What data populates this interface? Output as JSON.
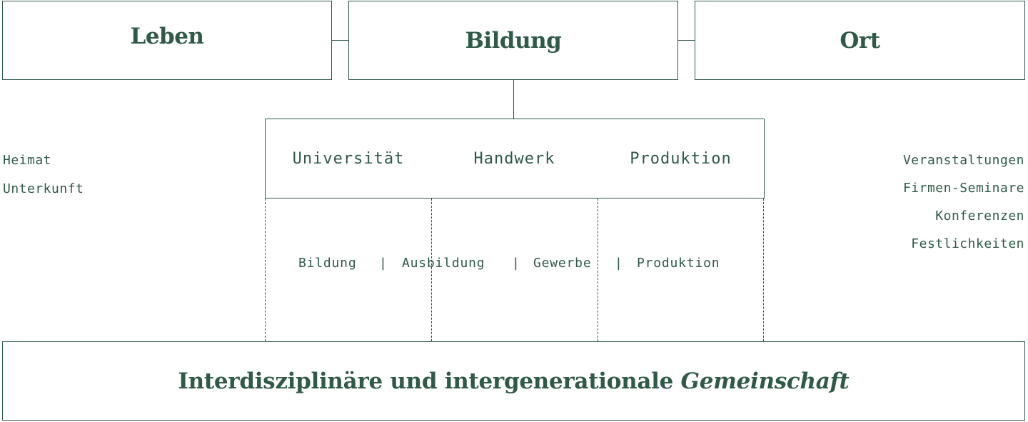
{
  "pillars": {
    "leben": "Leben",
    "bildung": "Bildung",
    "ort": "Ort"
  },
  "bildung_subcategories": [
    "Universität",
    "Handwerk",
    "Produktion"
  ],
  "middle_row": {
    "item1": "Bildung",
    "item2": "Ausbildung",
    "item3": "Gewerbe",
    "item4": "Produktion",
    "separator": "|"
  },
  "leben_items": [
    "Heimat",
    "Unterkunft"
  ],
  "ort_items": [
    "Veranstaltungen",
    "Firmen-Seminare",
    "Konferenzen",
    "Festlichkeiten"
  ],
  "foundation": {
    "text": "Interdisziplinäre und intergenerationale",
    "emphasis": "Gemeinschaft"
  },
  "colors": {
    "primary": "#2f5a48",
    "background": "#ffffff"
  }
}
